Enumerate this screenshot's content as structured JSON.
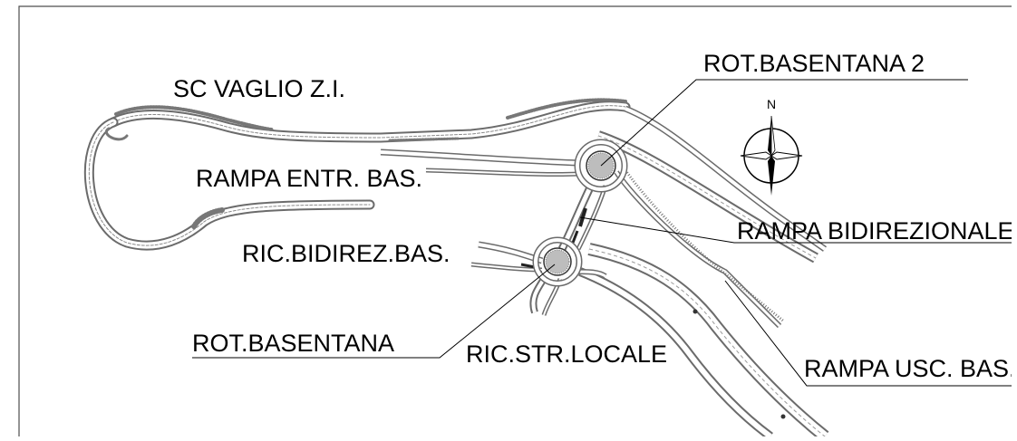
{
  "labels": {
    "sc_vaglio": "SC VAGLIO Z.I.",
    "rampa_entr": "RAMPA ENTR. BAS.",
    "ric_bidirez": "RIC.BIDIREZ.BAS.",
    "rot_basentana": "ROT.BASENTANA",
    "ric_str_locale": "RIC.STR.LOCALE",
    "rot_basentana_2": "ROT.BASENTANA 2",
    "rampa_bidirezionale": "RAMPA BIDIREZIONALE",
    "rampa_usc": "RAMPA USC. BAS."
  },
  "compass": {
    "north": "N"
  },
  "colors": {
    "road": "#555555",
    "edge": "#8a8a8a",
    "ink": "#000000",
    "frame": "#4d4d4d"
  }
}
